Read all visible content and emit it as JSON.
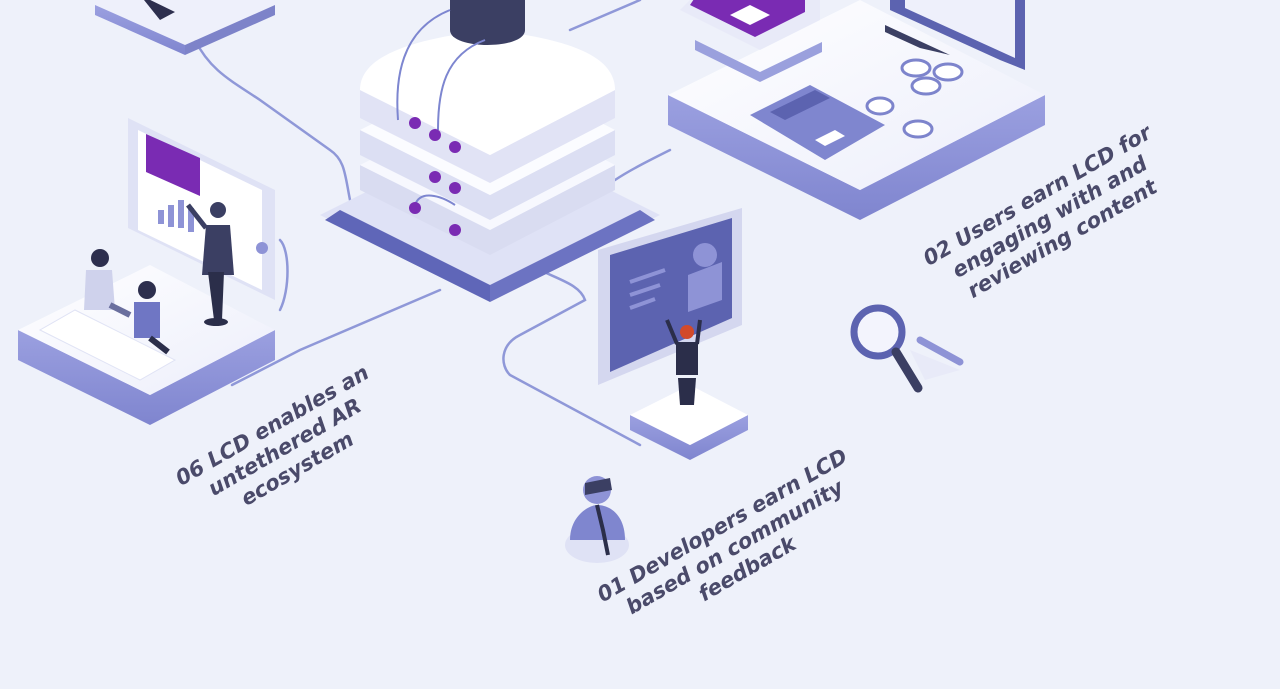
{
  "labels": {
    "step06": {
      "line1": "06 LCD enables an",
      "line2": "untethered AR",
      "line3": "ecosystem"
    },
    "step01": {
      "line1": "01 Developers earn LCD",
      "line2": "based on community",
      "line3": "feedback"
    },
    "step02": {
      "line1": "02 Users earn LCD for",
      "line2": "engaging with and",
      "line3": "reviewing content"
    }
  },
  "colors": {
    "background": "#eef1fa",
    "accent_purple": "#7a2bb3",
    "platform_lavender": "#8e93d6",
    "platform_white": "#fbfcff",
    "dark_navy": "#3b3f63",
    "cable": "#8f98d8",
    "text": "#4a4a6a"
  },
  "icons": [
    "server-stack-icon",
    "magnifier-icon",
    "monitor-icon",
    "coin-stack-icon",
    "credit-card-icon",
    "tablet-icon",
    "presentation-board-icon",
    "person-icon"
  ]
}
